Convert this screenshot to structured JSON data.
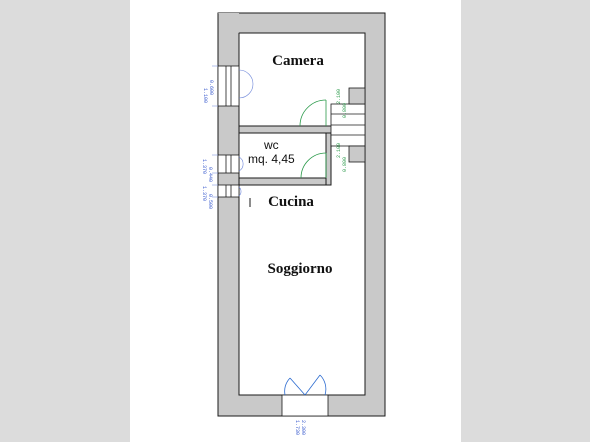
{
  "rooms": {
    "camera": "Camera",
    "wc_name": "wc",
    "wc_area": "mq. 4,45",
    "cucina": "Cucina",
    "soggiorno": "Soggiorno"
  },
  "dimensions": {
    "window_camera": [
      "1.100",
      "0.600"
    ],
    "window_wc": [
      "1.370",
      "0.440"
    ],
    "window_cucina": [
      "1.370",
      "0.500"
    ],
    "door_camera": [
      "2.100",
      "0.800"
    ],
    "door_wc": [
      "2.100",
      "0.800"
    ],
    "door_entry": [
      "1.730",
      "2.300"
    ]
  },
  "colors": {
    "wall": "#c9c9c9",
    "wall_outline": "#1a1a1a",
    "window": "#3355cc",
    "door": "#2a9a4a"
  }
}
